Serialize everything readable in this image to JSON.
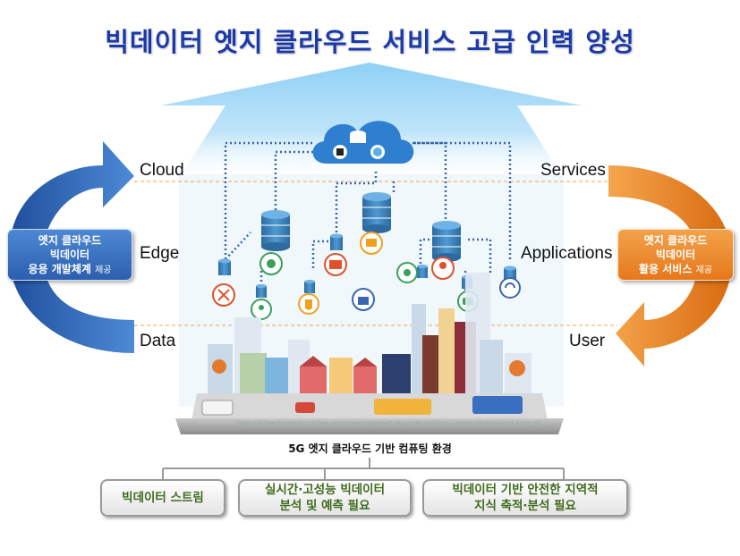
{
  "title": "빅데이터 엣지 클라우드 서비스 고급 인력 양성",
  "layers_left": {
    "cloud": "Cloud",
    "edge": "Edge",
    "data": "Data"
  },
  "layers_right": {
    "services": "Services",
    "applications": "Applications",
    "user": "User"
  },
  "left_box": {
    "line1": "엣지 클라우드",
    "line2": "빅데이터",
    "line3": "응용 개발체계",
    "suffix": "제공"
  },
  "right_box": {
    "line1": "엣지 클라우드",
    "line2": "빅데이터",
    "line3": "활용 서비스",
    "suffix": "제공"
  },
  "environment_label": "5G 엣지 클라우드 기반 컴퓨팅 환경",
  "boxes": [
    {
      "line1": "빅데이터 스트림",
      "line2": ""
    },
    {
      "line1": "실시간·고성능 빅데이터",
      "line2": "분석 및 예측 필요"
    },
    {
      "line1": "빅데이터 기반 안전한 지역적",
      "line2": "지식 축적·분석 필요"
    }
  ],
  "image_credit": "https://all-free-download.com/free-vector/download/smart-city-poster-buildings-internet-interface-icons-decor_6931423.html",
  "colors": {
    "title": "#1b3aa8",
    "left_arrow": "#2f67b8",
    "right_arrow": "#e8801f",
    "sky_arrow": "#7fc3ef",
    "box_text": "#3f6b1f",
    "link": "#3a66b0"
  }
}
